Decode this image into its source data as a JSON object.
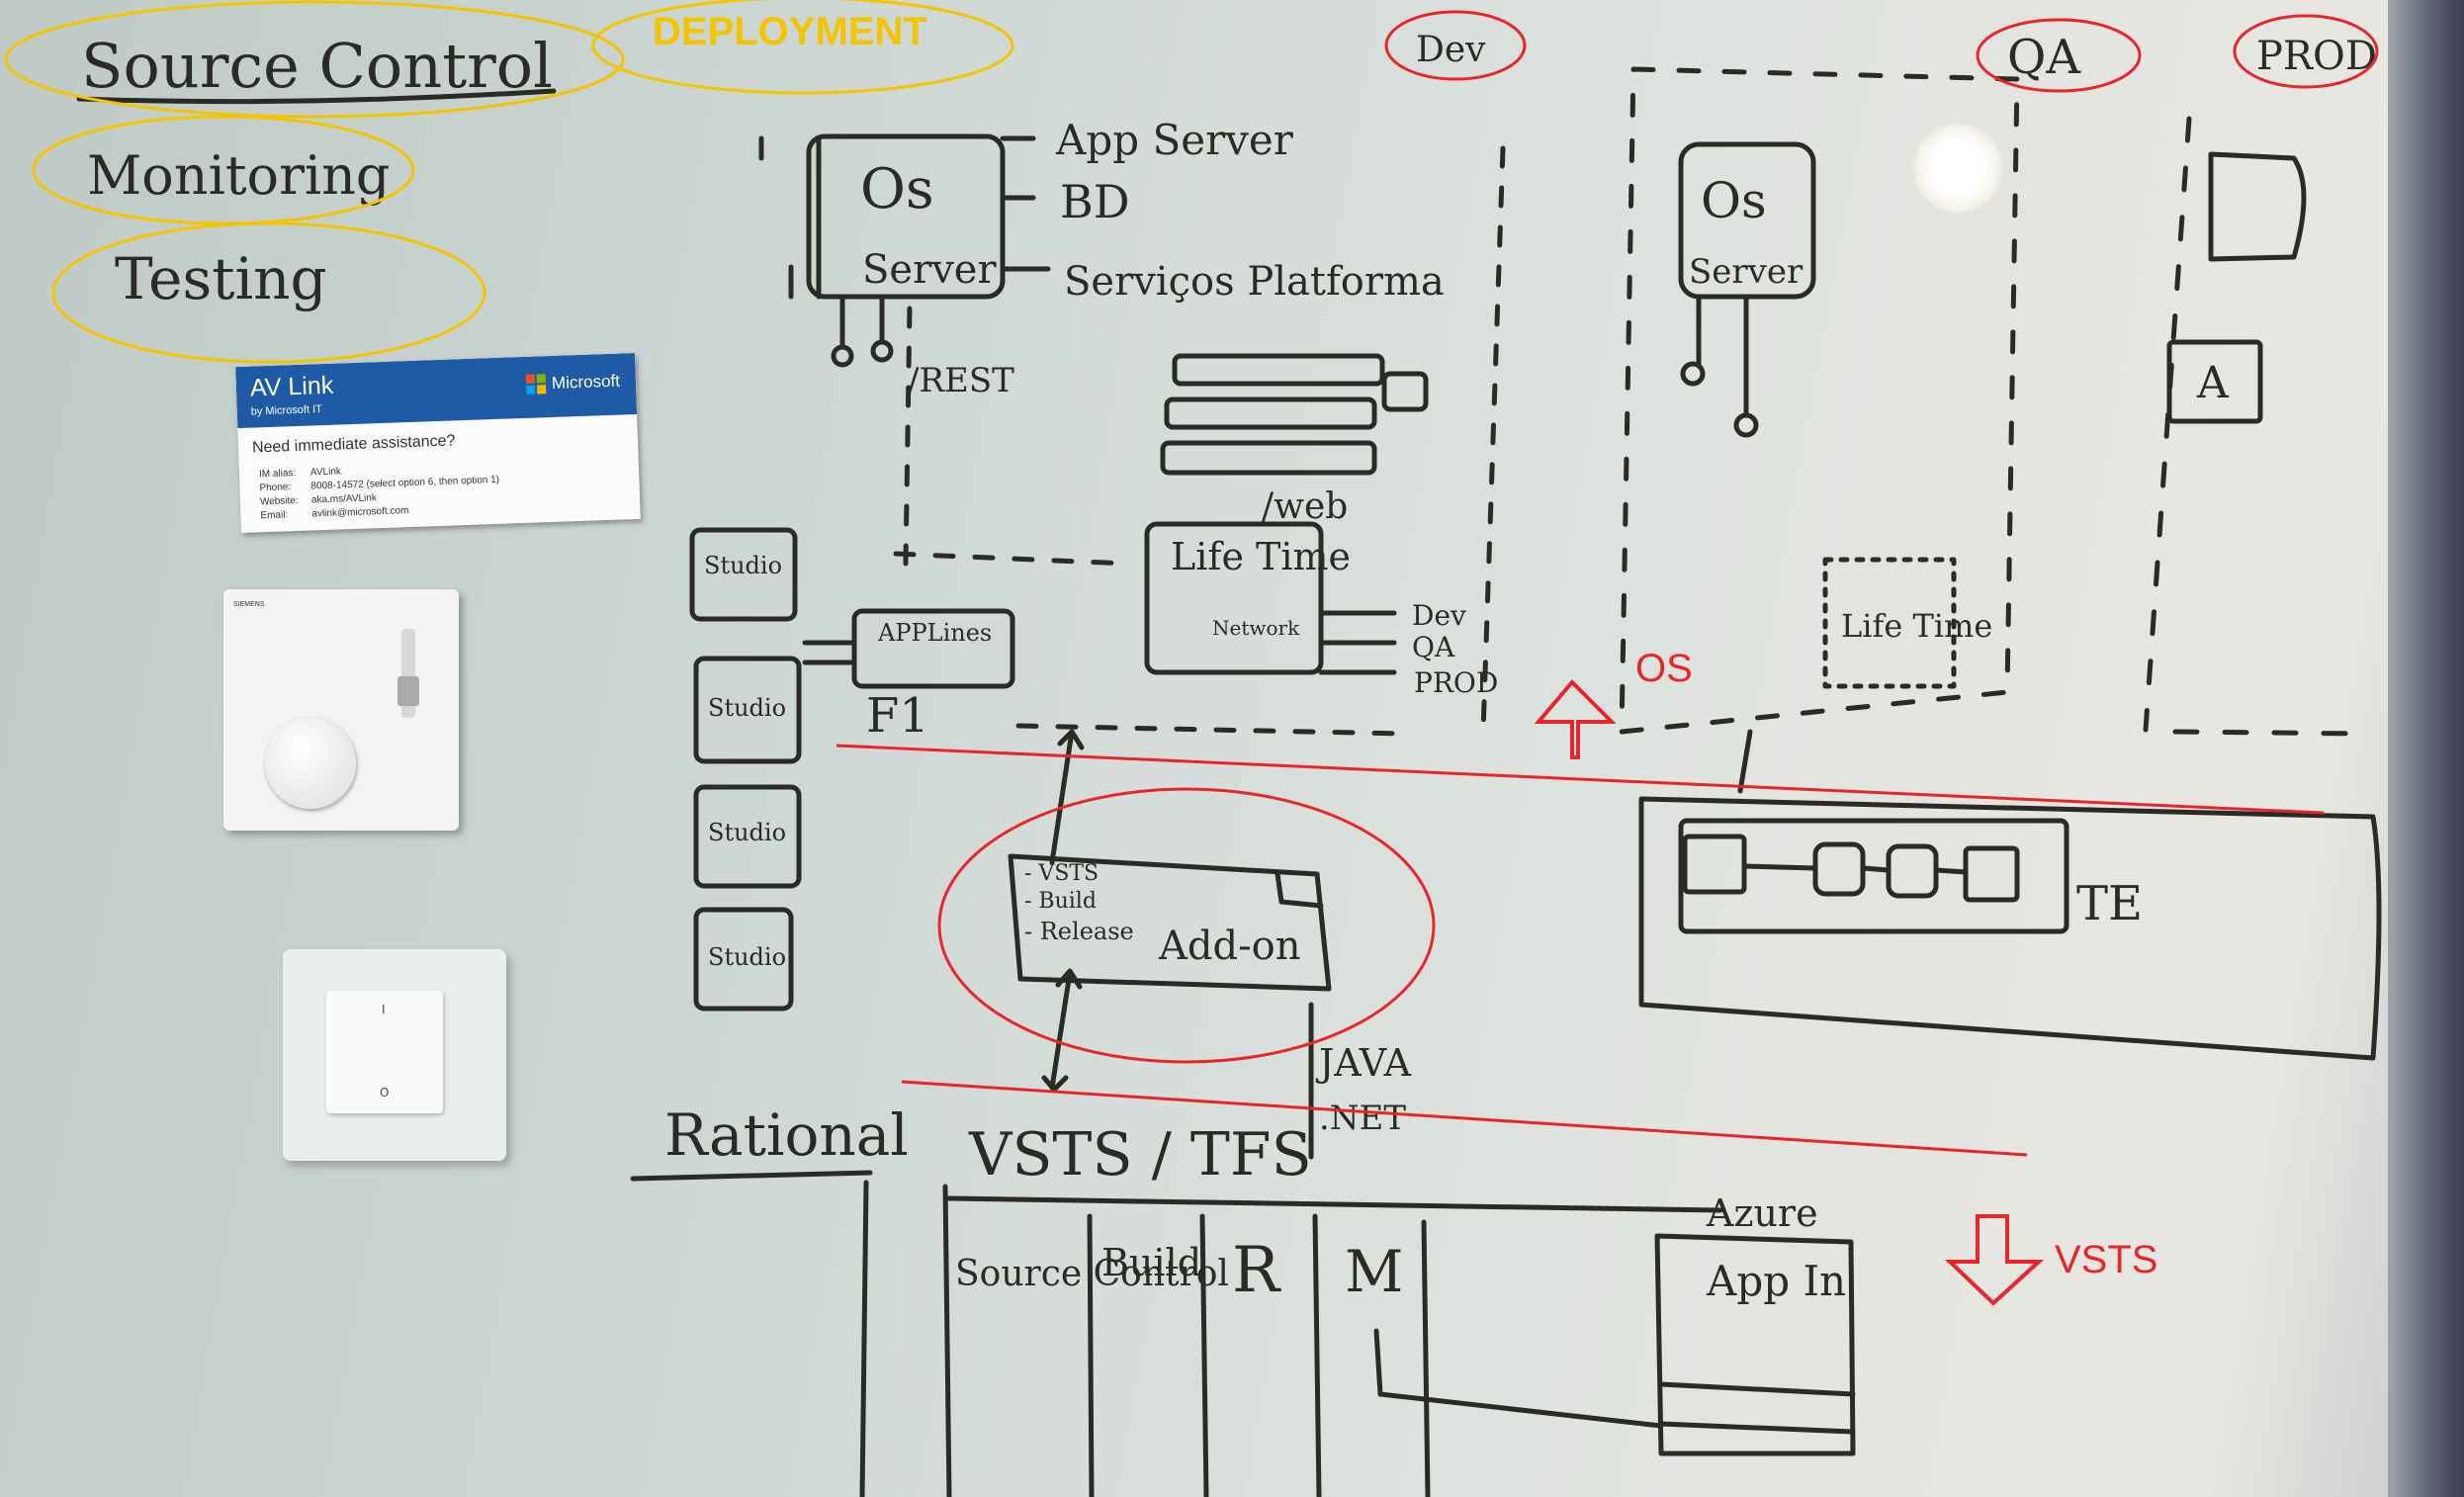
{
  "whiteboard": {
    "top_left_items": [
      "Source Control",
      "Monitoring",
      "Testing"
    ],
    "environments": [
      "Dev",
      "QA",
      "PROD"
    ],
    "os_server_box": {
      "labels": [
        "Os",
        "Server"
      ],
      "components": [
        "App Server",
        "BD",
        "Serviços Platforma"
      ]
    },
    "dev_box_labels": [
      "/REST",
      "/web",
      "Life Time",
      "Network",
      "APPLines",
      "F1"
    ],
    "life_time_outputs": [
      "Dev",
      "QA",
      "PROD"
    ],
    "studio_boxes": [
      "Studio",
      "Studio",
      "Studio",
      "Studio"
    ],
    "qa_box_labels": [
      "Os",
      "Server",
      "Life Time"
    ],
    "prod_box_label": "A",
    "addon_box": {
      "items": [
        "- VSTS",
        "- Build",
        "- Release"
      ],
      "label": "Add-on"
    },
    "addon_side_labels": [
      "JAVA",
      ".NET"
    ],
    "pipeline_label": "TE",
    "bottom_left_label": "Rational",
    "vsts_title": "VSTS / TFS",
    "vsts_columns": [
      "Source Control",
      "Build",
      "R",
      "M"
    ],
    "app_insights": [
      "Azure",
      "App In"
    ]
  },
  "annotations": {
    "deployment": "DEPLOYMENT",
    "os": "OS",
    "vsts": "VSTS",
    "colors": {
      "yellow": "#f5c400",
      "red": "#e8262a",
      "ink": "#2b2b26"
    }
  },
  "av_card": {
    "title": "AV Link",
    "subtitle": "by Microsoft IT",
    "brand": "Microsoft",
    "question": "Need immediate assistance?",
    "rows": [
      {
        "key": "IM alias:",
        "value": "AVLink"
      },
      {
        "key": "Phone:",
        "value": "8008-14572 (select option 6, then option 1)"
      },
      {
        "key": "Website:",
        "value": "aka.ms/AVLink"
      },
      {
        "key": "Email:",
        "value": "avlink@microsoft.com"
      }
    ],
    "color": "#1f5aa6"
  },
  "thermostat": {
    "brand": "SIEMENS"
  },
  "switch": {
    "on_mark": "I",
    "off_mark": "O"
  }
}
